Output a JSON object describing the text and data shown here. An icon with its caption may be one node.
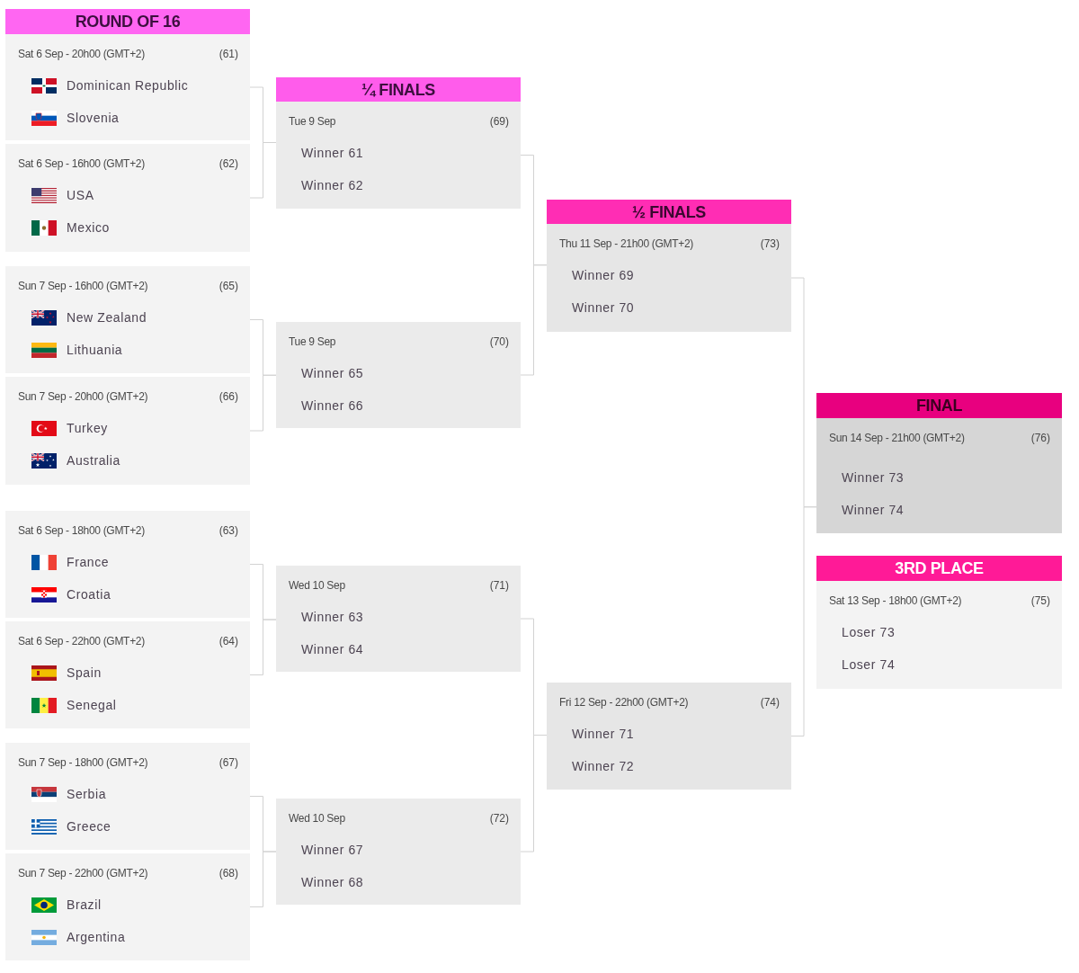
{
  "diagram": {
    "nodes": [
      {
        "text": [
          "ROUND OF 16"
        ]
      },
      {
        "text": [
          "Sat 6 Sep - 20h00 (GMT+2)",
          "(61)",
          "Dominican Republic",
          "Slovenia"
        ]
      },
      {
        "text": [
          "Sat 6 Sep - 16h00 (GMT+2)",
          "(62)",
          "USA",
          "Mexico"
        ]
      },
      {
        "text": [
          "Sun 7 Sep - 16h00 (GMT+2)",
          "(65)",
          "New Zealand",
          "Lithuania"
        ]
      },
      {
        "text": [
          "Sun 7 Sep - 20h00 (GMT+2)",
          "(66)",
          "Turkey",
          "Australia"
        ]
      },
      {
        "text": [
          "Sat 6 Sep - 18h00 (GMT+2)",
          "(63)",
          "France",
          "Croatia"
        ]
      },
      {
        "text": [
          "Sat 6 Sep - 22h00 (GMT+2)",
          "(64)",
          "Spain",
          "Senegal"
        ]
      },
      {
        "text": [
          "Sun 7 Sep - 18h00 (GMT+2)",
          "(67)",
          "Serbia",
          "Greece"
        ]
      },
      {
        "text": [
          "Sun 7 Sep - 22h00 (GMT+2)",
          "(68)",
          "Brazil",
          "Argentina"
        ]
      },
      {
        "text": [
          "¼ FINALS"
        ]
      },
      {
        "text": [
          "Tue 9 Sep",
          "(69)",
          "Winner 61",
          "Winner 62"
        ]
      },
      {
        "text": [
          "Tue 9 Sep",
          "(70)",
          "Winner 65",
          "Winner 66"
        ]
      },
      {
        "text": [
          "Wed 10 Sep",
          "(71)",
          "Winner 63",
          "Winner 64"
        ]
      },
      {
        "text": [
          "Wed 10 Sep",
          "(72)",
          "Winner 67",
          "Winner 68"
        ]
      },
      {
        "text": [
          "½ FINALS"
        ]
      },
      {
        "text": [
          "Thu 11 Sep - 21h00 (GMT+2)",
          "(73)",
          "Winner 69",
          "Winner 70"
        ]
      },
      {
        "text": [
          "Fri 12 Sep - 22h00 (GMT+2)",
          "(74)",
          "Winner 71",
          "Winner 72"
        ]
      },
      {
        "text": [
          "FINAL"
        ]
      },
      {
        "text": [
          "Sun 14 Sep - 21h00 (GMT+2)",
          "(76)",
          "Winner 73",
          "Winner 74"
        ]
      },
      {
        "text": [
          "3RD PLACE"
        ]
      },
      {
        "text": [
          "Sat 13 Sep - 18h00 (GMT+2)",
          "(75)",
          "Loser 73",
          "Loser 74"
        ]
      }
    ],
    "edges": [
      {
        "from": 1,
        "to": 10,
        "arrow": "none"
      },
      {
        "from": 2,
        "to": 10,
        "arrow": "none"
      },
      {
        "from": 3,
        "to": 11,
        "arrow": "none"
      },
      {
        "from": 4,
        "to": 11,
        "arrow": "none"
      },
      {
        "from": 5,
        "to": 12,
        "arrow": "none"
      },
      {
        "from": 6,
        "to": 12,
        "arrow": "none"
      },
      {
        "from": 7,
        "to": 13,
        "arrow": "none"
      },
      {
        "from": 8,
        "to": 13,
        "arrow": "none"
      },
      {
        "from": 10,
        "to": 15,
        "arrow": "none"
      },
      {
        "from": 11,
        "to": 15,
        "arrow": "none"
      },
      {
        "from": 12,
        "to": 16,
        "arrow": "none"
      },
      {
        "from": 13,
        "to": 16,
        "arrow": "none"
      },
      {
        "from": 15,
        "to": 18,
        "arrow": "none"
      },
      {
        "from": 16,
        "to": 18,
        "arrow": "none"
      }
    ]
  }
}
